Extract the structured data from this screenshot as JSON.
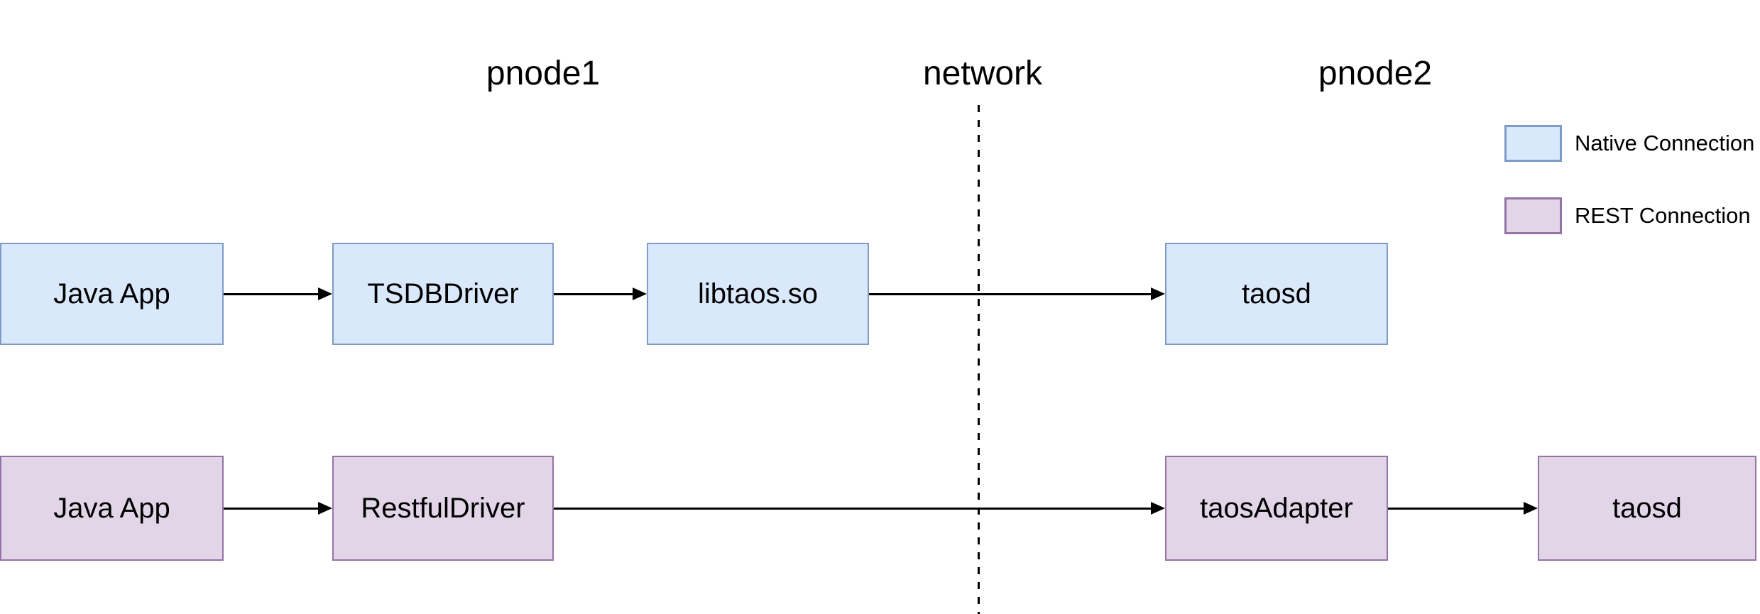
{
  "diagram": {
    "headers": {
      "pnode1": "pnode1",
      "network": "network",
      "pnode2": "pnode2"
    },
    "nodes": [
      {
        "id": "java-app-native",
        "label": "Java App",
        "connection": "native"
      },
      {
        "id": "tsdb-driver",
        "label": "TSDBDriver",
        "connection": "native"
      },
      {
        "id": "libtaos-so",
        "label": "libtaos.so",
        "connection": "native"
      },
      {
        "id": "taosd-native",
        "label": "taosd",
        "connection": "native"
      },
      {
        "id": "java-app-rest",
        "label": "Java App",
        "connection": "rest"
      },
      {
        "id": "restful-driver",
        "label": "RestfulDriver",
        "connection": "rest"
      },
      {
        "id": "taos-adapter",
        "label": "taosAdapter",
        "connection": "rest"
      },
      {
        "id": "taosd-rest",
        "label": "taosd",
        "connection": "rest"
      }
    ],
    "edges": [
      {
        "from": "java-app-native",
        "to": "tsdb-driver"
      },
      {
        "from": "tsdb-driver",
        "to": "libtaos-so"
      },
      {
        "from": "libtaos-so",
        "to": "taosd-native"
      },
      {
        "from": "java-app-rest",
        "to": "restful-driver"
      },
      {
        "from": "restful-driver",
        "to": "taos-adapter"
      },
      {
        "from": "taos-adapter",
        "to": "taosd-rest"
      }
    ],
    "legend": [
      {
        "label": "Native Connection",
        "swatch": "native"
      },
      {
        "label": "REST Connection",
        "swatch": "rest"
      }
    ],
    "colors": {
      "native_fill": "#dae8fc",
      "native_border": "#7e9cc6",
      "rest_fill": "#e1d5e7",
      "rest_border": "#9673a6",
      "line": "#000000",
      "text": "#000000",
      "background": "#ffffff"
    }
  }
}
